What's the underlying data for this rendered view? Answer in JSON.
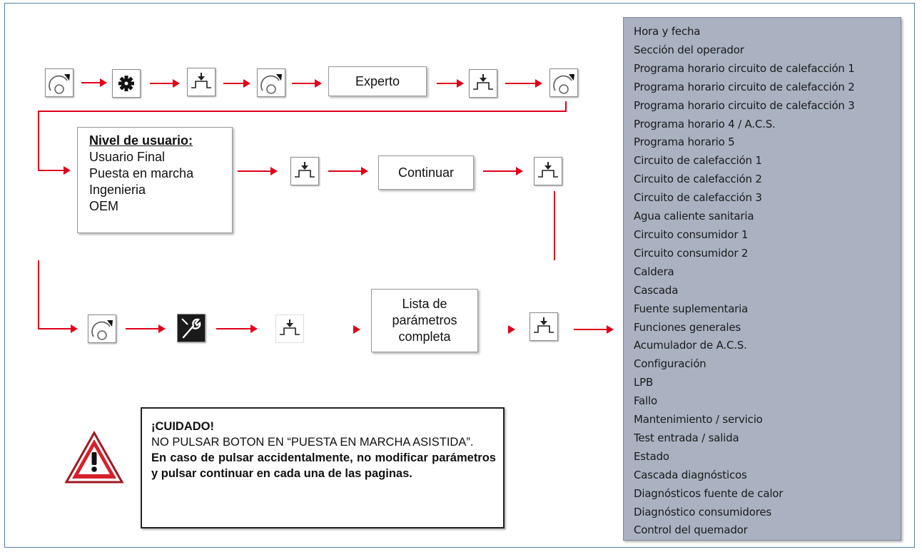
{
  "row1": {
    "experto_label": "Experto"
  },
  "user_level": {
    "title": "Nivel de usuario:",
    "options": [
      "Usuario Final",
      "Puesta en marcha",
      "Ingenieria",
      "OEM"
    ]
  },
  "row2": {
    "continuar_label": "Continuar"
  },
  "row3": {
    "lista_label": [
      "Lista de",
      "parámetros",
      "completa"
    ]
  },
  "warning": {
    "title": "¡CUIDADO!",
    "line1": "NO PULSAR BOTON EN “PUESTA EN MARCHA ASISTIDA”.",
    "line2": "En caso de pulsar accidentalmente, no modificar parámetros y pulsar continuar en cada una de las paginas."
  },
  "menu_items": [
    "Hora y fecha",
    "Sección del operador",
    "Programa horario circuito de calefacción 1",
    "Programa horario circuito de calefacción 2",
    "Programa horario circuito de calefacción 3",
    "Programa horario 4 / A.C.S.",
    "Programa horario 5",
    "Circuito de calefacción 1",
    "Circuito de calefacción 2",
    "Circuito de calefacción 3",
    "Agua caliente sanitaria",
    "Circuito consumidor 1",
    "Circuito consumidor 2",
    "Caldera",
    "Cascada",
    "Fuente suplementaria",
    "Funciones generales",
    "Acumulador de A.C.S.",
    "Configuración",
    "LPB",
    "Fallo",
    "Mantenimiento / servicio",
    "Test entrada / salida",
    "Estado",
    "Cascada diagnósticos",
    "Diagnósticos fuente de calor",
    "Diagnóstico consumidores",
    "Control del quemador"
  ],
  "colors": {
    "arrow": "#e0001a",
    "menu_bg": "#aab2c2",
    "warning_red": "#d8202a"
  },
  "icons": {
    "knob": "rotary-knob-icon",
    "gear": "gear-icon",
    "press": "press-button-icon",
    "wrench": "wrench-icon",
    "warning": "warning-triangle-icon"
  }
}
